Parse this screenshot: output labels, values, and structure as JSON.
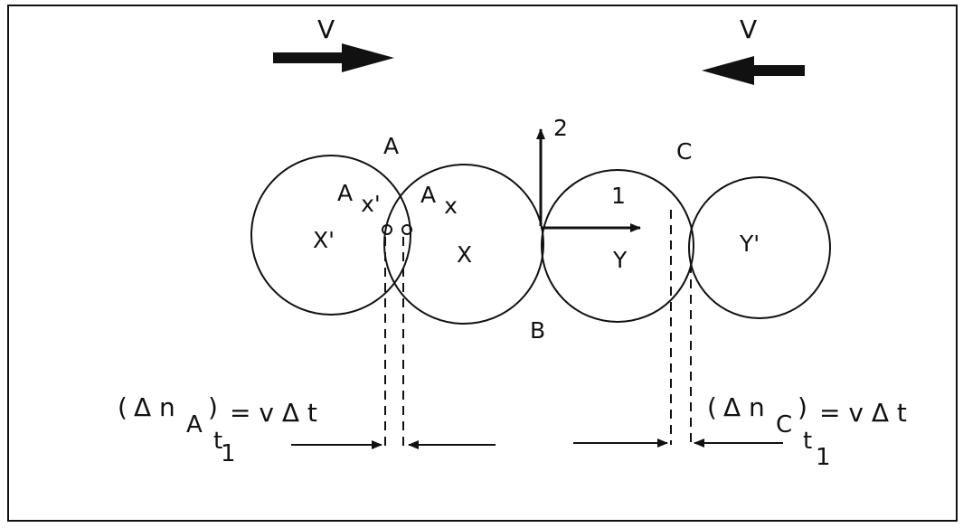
{
  "labels": {
    "velocity_left": "V",
    "velocity_right": "V",
    "point_a": "A",
    "point_b": "B",
    "point_c": "C",
    "ax_prime_main": "A",
    "ax_prime_sub": "x'",
    "ax_main": "A",
    "ax_sub": "x",
    "circle_x_prime": "X'",
    "circle_x": "X",
    "circle_y": "Y",
    "circle_y_prime": "Y'",
    "axis_1": "1",
    "axis_2": "2",
    "eq_left_open": "(",
    "eq_left_delta_n": "Δ n",
    "eq_left_sub_a": "A",
    "eq_left_close": ")",
    "eq_left_sub_t": "t",
    "eq_left_sub_1": "1",
    "eq_left_rhs": "= v Δ t",
    "eq_right_open": "(",
    "eq_right_delta_n": "Δ n",
    "eq_right_sub_c": "C",
    "eq_right_close": ")",
    "eq_right_sub_t": "t",
    "eq_right_sub_1": "1",
    "eq_right_rhs": "= v Δ t"
  }
}
